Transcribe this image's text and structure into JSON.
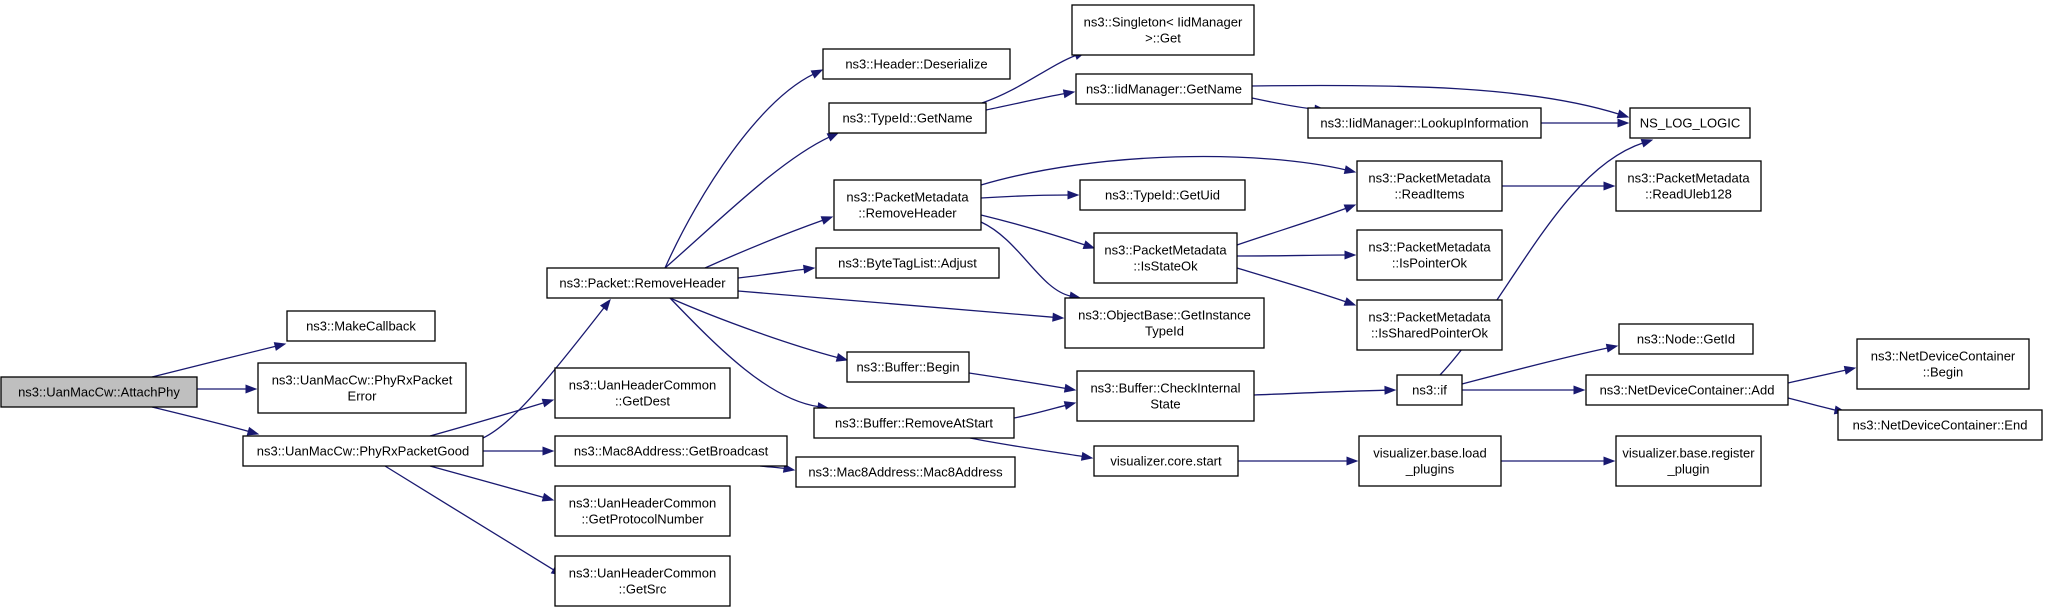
{
  "nodes": {
    "attachphy": [
      "ns3::UanMacCw::AttachPhy"
    ],
    "makecallback": [
      "ns3::MakeCallback"
    ],
    "phyrxpacketerror": [
      "ns3::UanMacCw::PhyRxPacket",
      "Error"
    ],
    "phyrxpacketgood": [
      "ns3::UanMacCw::PhyRxPacketGood"
    ],
    "packet_removeheader": [
      "ns3::Packet::RemoveHeader"
    ],
    "getdest": [
      "ns3::UanHeaderCommon",
      "::GetDest"
    ],
    "getbroadcast": [
      "ns3::Mac8Address::GetBroadcast"
    ],
    "getprotocolnumber": [
      "ns3::UanHeaderCommon",
      "::GetProtocolNumber"
    ],
    "getsrc": [
      "ns3::UanHeaderCommon",
      "::GetSrc"
    ],
    "header_deserialize": [
      "ns3::Header::Deserialize"
    ],
    "typeid_getname": [
      "ns3::TypeId::GetName"
    ],
    "pm_removeheader": [
      "ns3::PacketMetadata",
      "::RemoveHeader"
    ],
    "bytetaglist_adjust": [
      "ns3::ByteTagList::Adjust"
    ],
    "buffer_begin": [
      "ns3::Buffer::Begin"
    ],
    "buffer_removeatstart": [
      "ns3::Buffer::RemoveAtStart"
    ],
    "mac8address": [
      "ns3::Mac8Address::Mac8Address"
    ],
    "singleton_get": [
      "ns3::Singleton< IidManager",
      ">::Get"
    ],
    "iidmanager_getname": [
      "ns3::IidManager::GetName"
    ],
    "typeid_getuid": [
      "ns3::TypeId::GetUid"
    ],
    "pm_isstateok": [
      "ns3::PacketMetadata",
      "::IsStateOk"
    ],
    "objectbase_getinstancetypeid": [
      "ns3::ObjectBase::GetInstance",
      "TypeId"
    ],
    "buffer_checkinternalstate": [
      "ns3::Buffer::CheckInternal",
      "State"
    ],
    "visualizer_core_start": [
      "visualizer.core.start"
    ],
    "iidmanager_lookupinformation": [
      "ns3::IidManager::LookupInformation"
    ],
    "pm_readitems": [
      "ns3::PacketMetadata",
      "::ReadItems"
    ],
    "pm_ispointerok": [
      "ns3::PacketMetadata",
      "::IsPointerOk"
    ],
    "pm_issharedpointerok": [
      "ns3::PacketMetadata",
      "::IsSharedPointerOk"
    ],
    "ns3_if": [
      "ns3::if"
    ],
    "load_plugins": [
      "visualizer.base.load",
      "_plugins"
    ],
    "ns_log_logic": [
      "NS_LOG_LOGIC"
    ],
    "pm_readuleb128": [
      "ns3::PacketMetadata",
      "::ReadUleb128"
    ],
    "node_getid": [
      "ns3::Node::GetId"
    ],
    "ndc_add": [
      "ns3::NetDeviceContainer::Add"
    ],
    "register_plugin": [
      "visualizer.base.register",
      "_plugin"
    ],
    "ndc_begin": [
      "ns3::NetDeviceContainer",
      "::Begin"
    ],
    "ndc_end": [
      "ns3::NetDeviceContainer::End"
    ]
  },
  "colors": {
    "edge": "#191970",
    "node_border": "#000000",
    "node_fill": "#ffffff",
    "root_fill": "#bfbfbf"
  }
}
